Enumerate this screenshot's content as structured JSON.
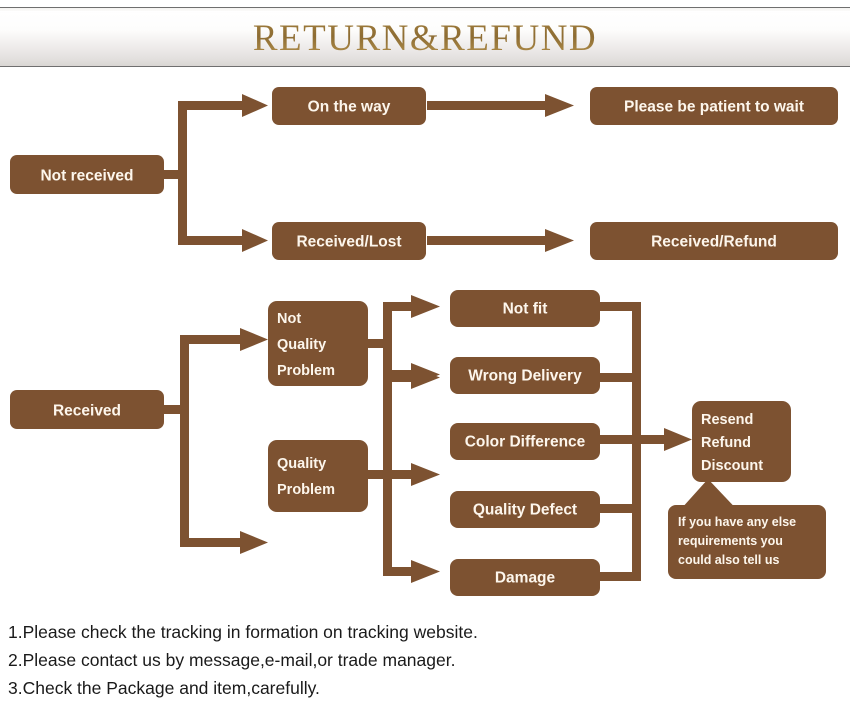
{
  "header": {
    "title": "RETURN&REFUND",
    "accent_color": "#8d6c33",
    "band_color": "#f1efee"
  },
  "theme": {
    "box_color": "#7d5231",
    "connector_color": "#7d5231",
    "box_text_color": "#fdf6ec",
    "page_background": "#ffffff",
    "note_text_color": "#1a1a1a"
  },
  "diagram": {
    "not_received": {
      "root": {
        "label": "Not received"
      },
      "branches": [
        {
          "label": "On  the way",
          "result": "Please be patient to wait"
        },
        {
          "label": "Received/Lost",
          "result": "Received/Refund"
        }
      ]
    },
    "received": {
      "root": {
        "label": "Received"
      },
      "categories": [
        {
          "label_lines": [
            "Not",
            "Quality",
            "Problem"
          ],
          "reasons": [
            "Not fit",
            "Wrong Delivery"
          ]
        },
        {
          "label_lines": [
            "Quality",
            "Problem"
          ],
          "reasons": [
            "Color Difference",
            "Quality Defect",
            "Damage"
          ]
        }
      ],
      "outcome": {
        "label_lines": [
          "Resend",
          "Refund",
          "Discount"
        ]
      },
      "callout": {
        "label_lines": [
          "If you have any else",
          "requirements you",
          "could also tell us"
        ]
      }
    }
  },
  "notes": [
    "1.Please check the tracking in formation on tracking website.",
    "2.Please contact us by message,e-mail,or trade manager.",
    "3.Check the Package and item,carefully."
  ]
}
